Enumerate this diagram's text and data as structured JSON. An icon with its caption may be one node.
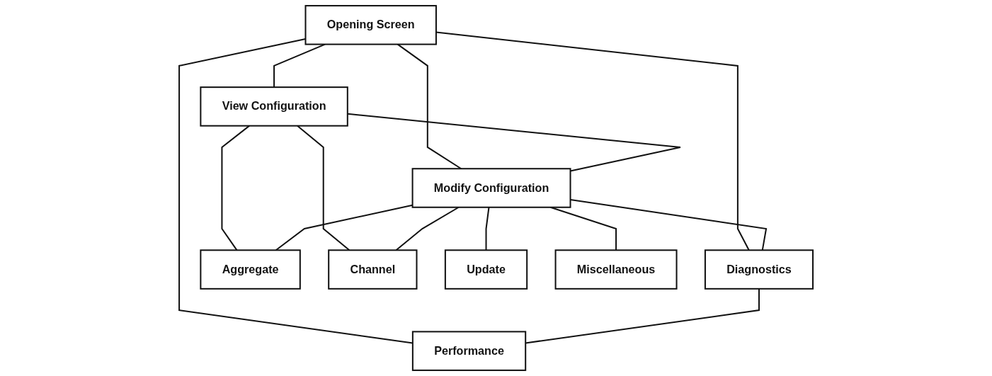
{
  "diagram": {
    "nodes": [
      {
        "text": [
          "Opening Screen"
        ]
      },
      {
        "text": [
          "View Configuration"
        ]
      },
      {
        "text": [
          "Modify Configuration"
        ]
      },
      {
        "text": [
          "Diagnostics"
        ]
      },
      {
        "text": [
          "Performance"
        ]
      },
      {
        "text": [
          "Aggregate"
        ]
      },
      {
        "text": [
          "Channel"
        ]
      },
      {
        "text": [
          "Update"
        ]
      },
      {
        "text": [
          "Miscellaneous"
        ]
      }
    ],
    "edges": [
      {
        "from": 0,
        "to": 1,
        "arrow": "none"
      },
      {
        "from": 0,
        "to": 2,
        "arrow": "none"
      },
      {
        "from": 0,
        "to": 3,
        "arrow": "none"
      },
      {
        "from": 0,
        "to": 4,
        "arrow": "none"
      },
      {
        "from": 1,
        "to": 2,
        "arrow": "none"
      },
      {
        "from": 2,
        "to": 3,
        "arrow": "none"
      },
      {
        "from": 3,
        "to": 4,
        "arrow": "none"
      },
      {
        "from": 1,
        "to": 5,
        "arrow": "none"
      },
      {
        "from": 1,
        "to": 6,
        "arrow": "none"
      },
      {
        "from": 2,
        "to": 5,
        "arrow": "none"
      },
      {
        "from": 2,
        "to": 6,
        "arrow": "none"
      },
      {
        "from": 2,
        "to": 7,
        "arrow": "none"
      },
      {
        "from": 2,
        "to": 8,
        "arrow": "none"
      }
    ]
  }
}
